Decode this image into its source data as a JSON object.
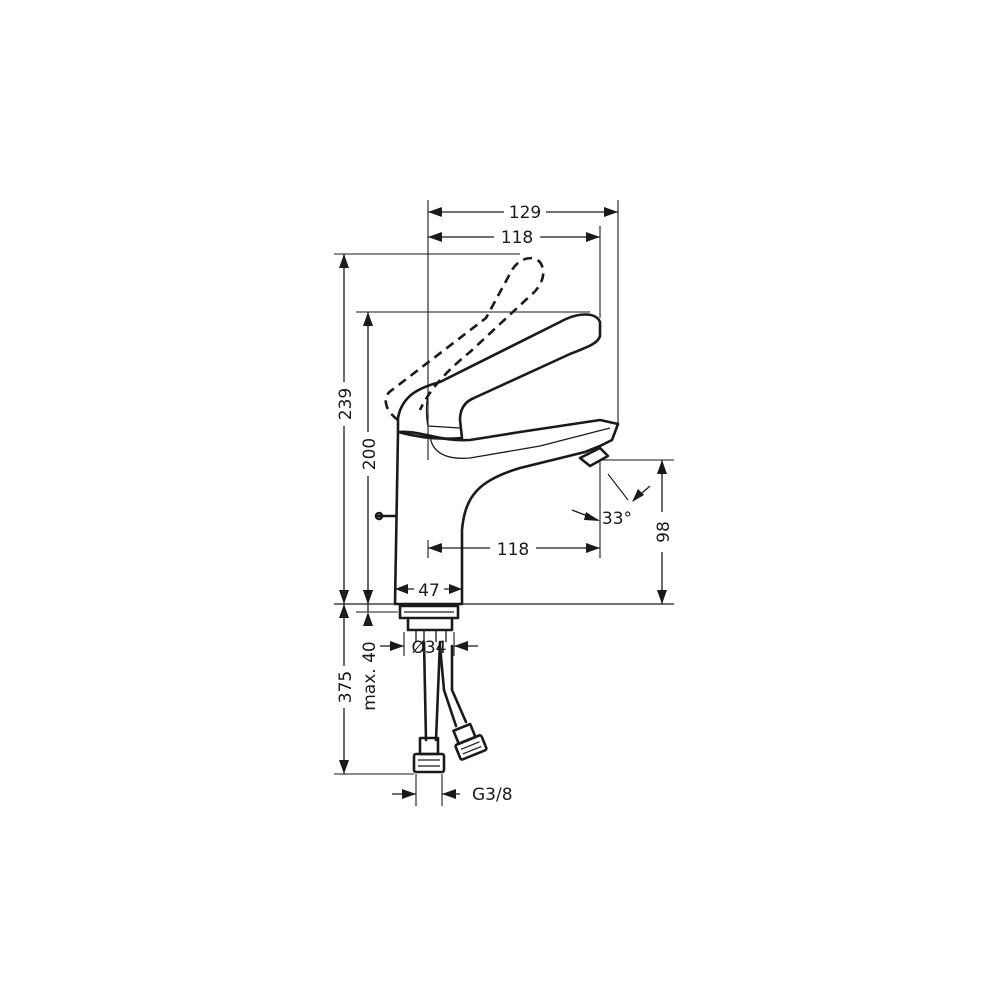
{
  "dimensions": {
    "width_total": "129",
    "width_handle": "118",
    "spout_reach": "118",
    "height_total": "239",
    "height_handle": "200",
    "spout_height": "98",
    "spout_angle": "33°",
    "base_width": "47",
    "hole_diameter": "Ø34",
    "below_deck_total": "375",
    "max_deck_thickness": "max. 40",
    "connection_thread": "G3/8"
  }
}
